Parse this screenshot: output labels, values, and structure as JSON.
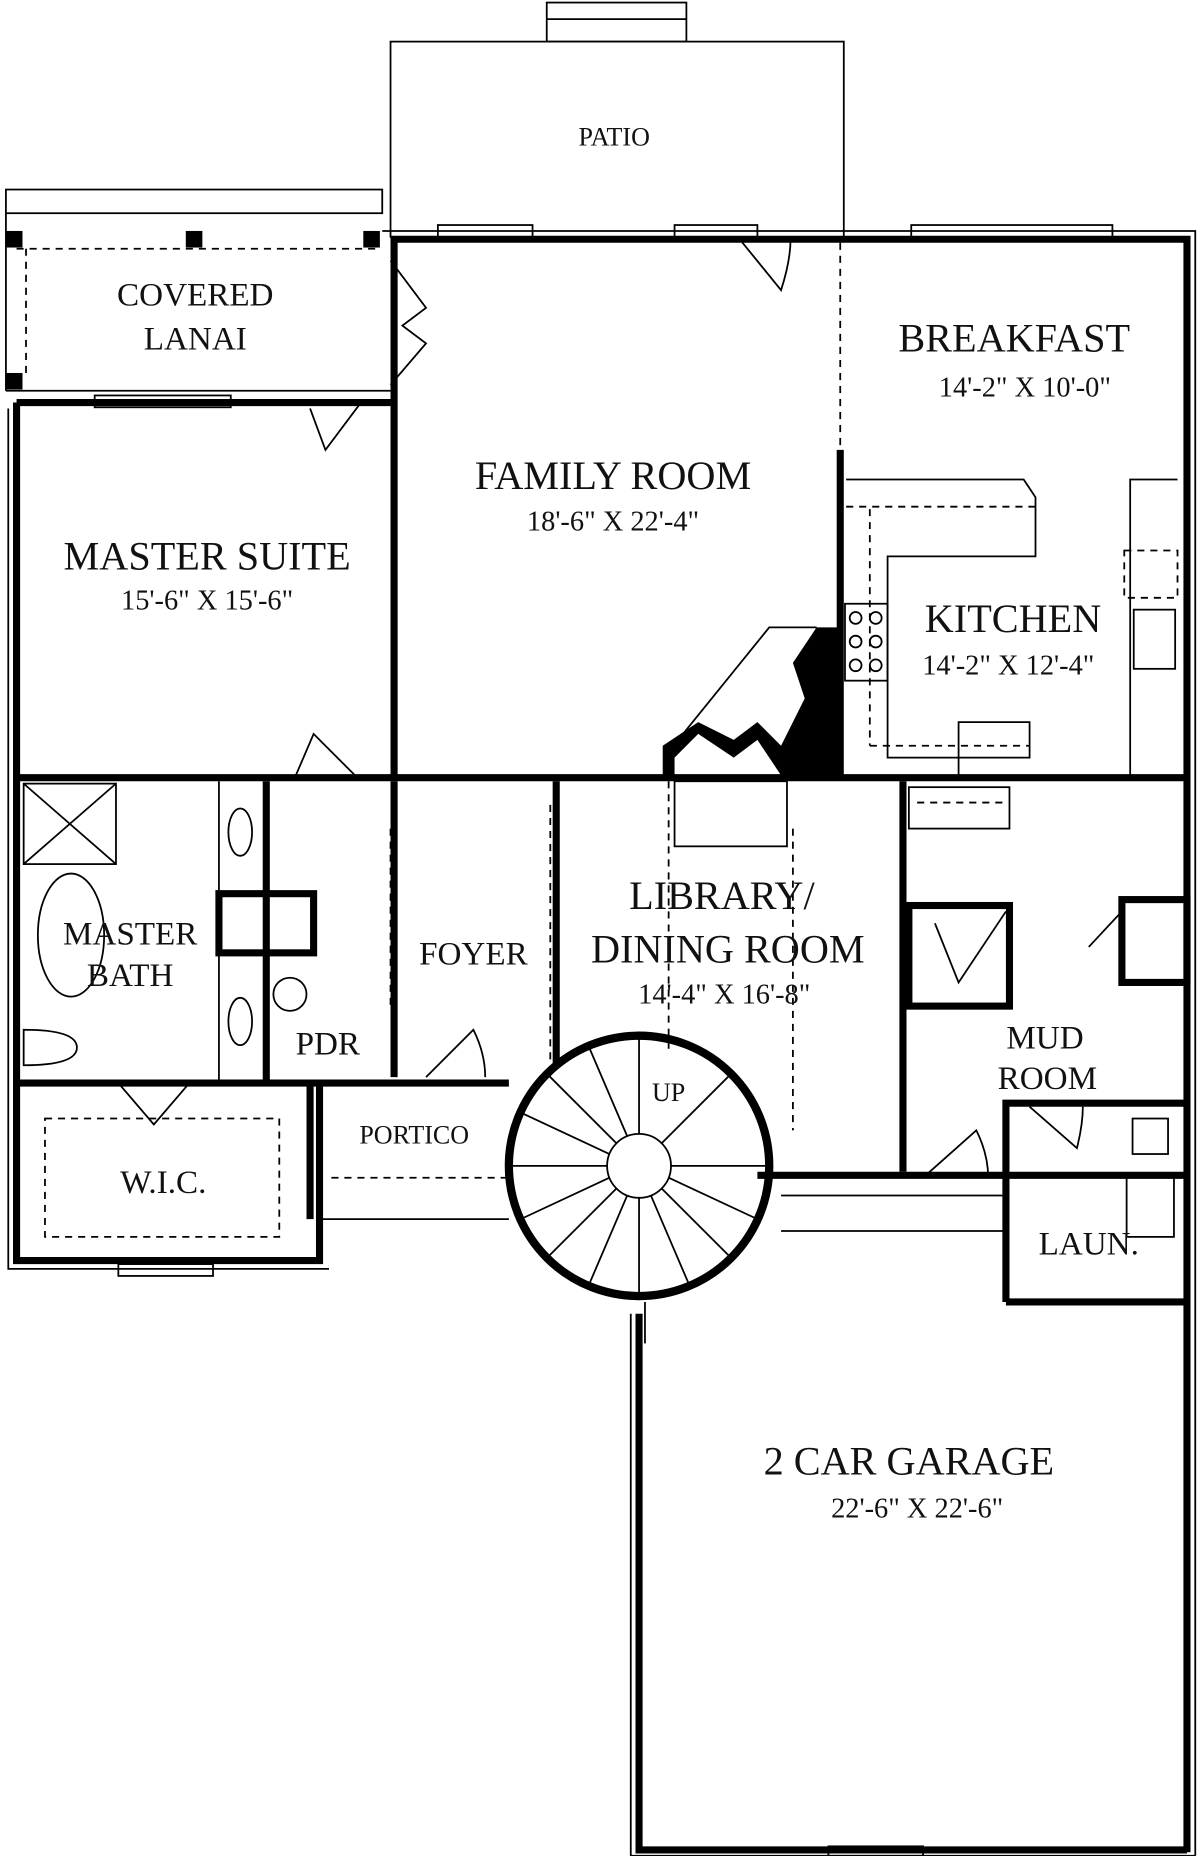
{
  "plan": {
    "rooms": {
      "patio": {
        "name": "PATIO"
      },
      "covered_lanai": {
        "line1": "COVERED",
        "line2": "LANAI"
      },
      "breakfast": {
        "name": "BREAKFAST",
        "size": "14'-2\" X 10'-0\""
      },
      "family_room": {
        "name": "FAMILY ROOM",
        "size": "18'-6\" X 22'-4\""
      },
      "master_suite": {
        "name": "MASTER SUITE",
        "size": "15'-6\" X 15'-6\""
      },
      "kitchen": {
        "name": "KITCHEN",
        "size": "14'-2\" X 12'-4\""
      },
      "library": {
        "line1": "LIBRARY/",
        "line2": "DINING ROOM",
        "size": "14'-4\" X 16'-8\""
      },
      "foyer": {
        "name": "FOYER"
      },
      "master_bath": {
        "line1": "MASTER",
        "line2": "BATH"
      },
      "pdr": {
        "name": "PDR"
      },
      "portico": {
        "name": "PORTICO"
      },
      "stairs": {
        "label": "UP"
      },
      "mud_room": {
        "line1": "MUD",
        "line2": "ROOM"
      },
      "wic": {
        "name": "W.I.C."
      },
      "laundry": {
        "name": "LAUN."
      },
      "garage": {
        "name": "2 CAR GARAGE",
        "size": "22'-6\" X 22'-6\""
      }
    }
  }
}
